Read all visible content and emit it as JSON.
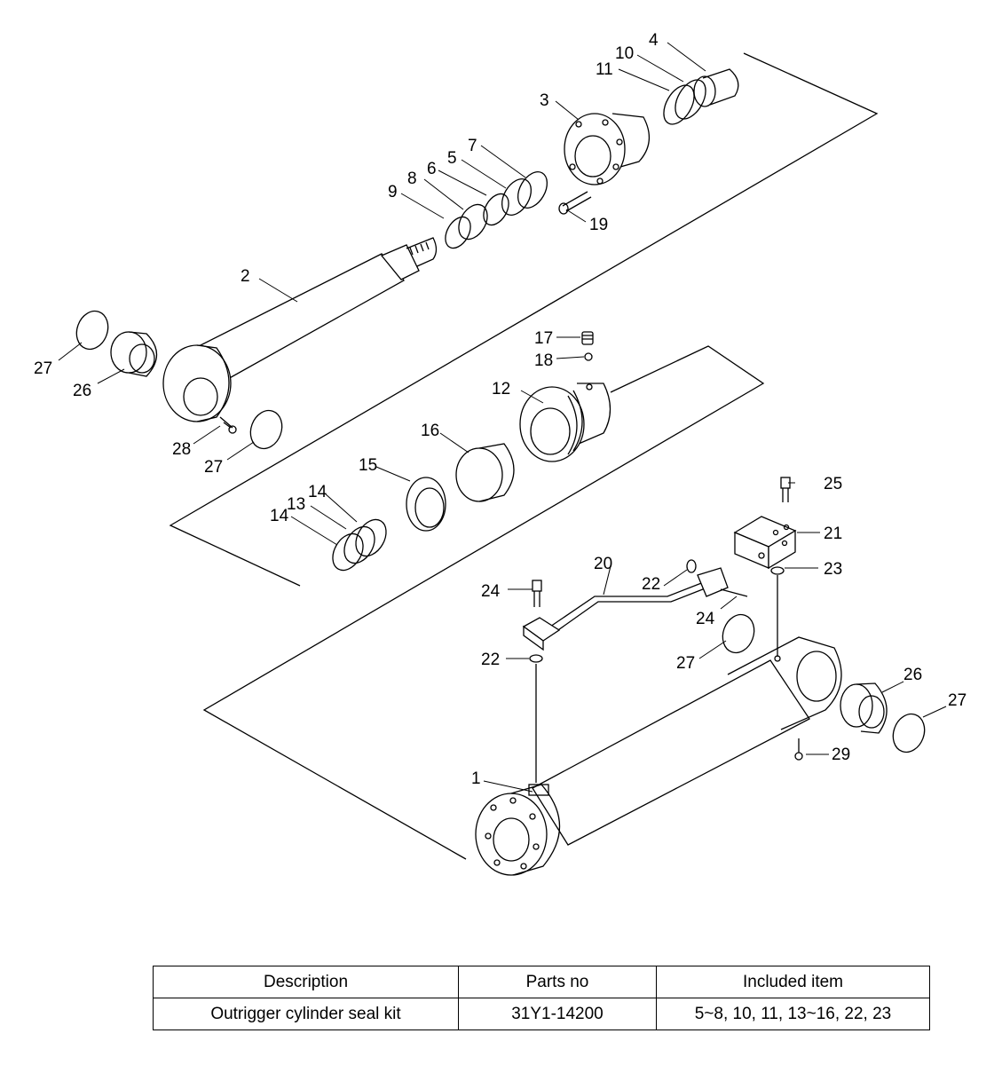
{
  "diagram": {
    "callouts": {
      "c1": "1",
      "c2": "2",
      "c3": "3",
      "c4": "4",
      "c5": "5",
      "c6": "6",
      "c7": "7",
      "c8": "8",
      "c9": "9",
      "c10": "10",
      "c11": "11",
      "c12": "12",
      "c13": "13",
      "c14a": "14",
      "c14b": "14",
      "c15": "15",
      "c16": "16",
      "c17": "17",
      "c18": "18",
      "c19": "19",
      "c20": "20",
      "c21": "21",
      "c22a": "22",
      "c22b": "22",
      "c23": "23",
      "c24a": "24",
      "c24b": "24",
      "c25": "25",
      "c26a": "26",
      "c26b": "26",
      "c27a": "27",
      "c27b": "27",
      "c27c": "27",
      "c27d": "27",
      "c28": "28",
      "c29": "29"
    }
  },
  "table": {
    "headers": [
      "Description",
      "Parts no",
      "Included item"
    ],
    "rows": [
      [
        "Outrigger cylinder seal kit",
        "31Y1-14200",
        "5~8, 10, 11, 13~16, 22, 23"
      ]
    ]
  }
}
